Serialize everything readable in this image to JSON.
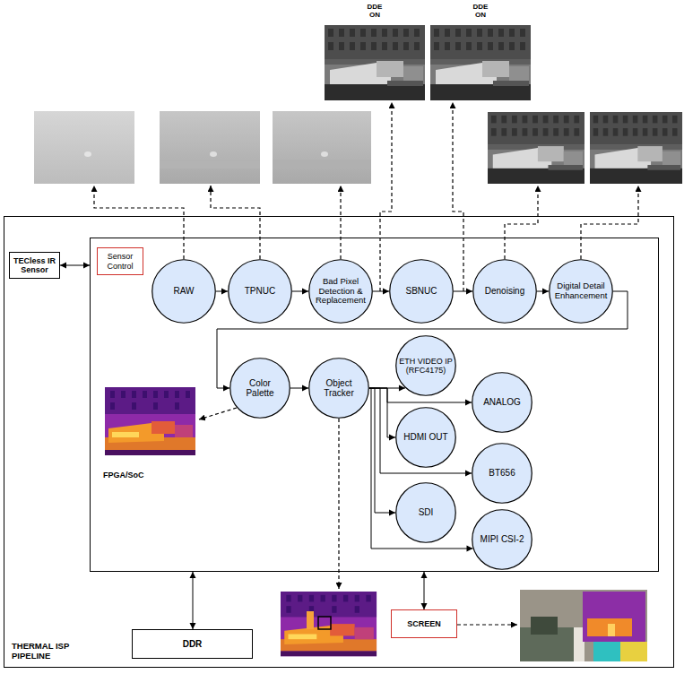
{
  "diagram": {
    "nodes": [
      {
        "text": [
          "THERMAL ISP PIPELINE"
        ]
      },
      {
        "text": [
          "TECless IR Sensor"
        ],
        "in": 0
      },
      {
        "text": [
          "FPGA/SoC"
        ],
        "in": 0
      },
      {
        "text": [
          "Sensor Control"
        ],
        "in": 2
      },
      {
        "text": [
          "RAW"
        ],
        "in": 2
      },
      {
        "text": [
          "TPNUC"
        ],
        "in": 2
      },
      {
        "text": [
          "Bad Pixel Detection & Replacement"
        ],
        "in": 2
      },
      {
        "text": [
          "SBNUC"
        ],
        "in": 2
      },
      {
        "text": [
          "Denoising"
        ],
        "in": 2
      },
      {
        "text": [
          "Digital Detail Enhancement"
        ],
        "in": 2
      },
      {
        "text": [
          "Color Palette"
        ],
        "in": 2
      },
      {
        "text": [
          "Object Tracker"
        ],
        "in": 2
      },
      {
        "text": [
          "ETH VIDEO IP (RFC4175)"
        ],
        "in": 2
      },
      {
        "text": [
          "ANALOG"
        ],
        "in": 2
      },
      {
        "text": [
          "HDMI OUT"
        ],
        "in": 2
      },
      {
        "text": [
          "BT656"
        ],
        "in": 2
      },
      {
        "text": [
          "SDI"
        ],
        "in": 2
      },
      {
        "text": [
          "MIPI CSI-2"
        ],
        "in": 2
      },
      {
        "text": [
          "DDR"
        ],
        "in": 0
      },
      {
        "text": [
          "SCREEN"
        ],
        "in": 0
      }
    ],
    "edges": [
      {
        "from": 1,
        "to": 2,
        "arrow": "both"
      },
      {
        "from": 4,
        "to": 5,
        "arrow": "to"
      },
      {
        "from": 5,
        "to": 6,
        "arrow": "to"
      },
      {
        "from": 6,
        "to": 7,
        "arrow": "to"
      },
      {
        "from": 7,
        "to": 8,
        "arrow": "to"
      },
      {
        "from": 8,
        "to": 9,
        "arrow": "to"
      },
      {
        "from": 9,
        "to": 10,
        "arrow": "to"
      },
      {
        "from": 10,
        "to": 11,
        "arrow": "to"
      },
      {
        "from": 11,
        "to": 12,
        "arrow": "to"
      },
      {
        "from": 11,
        "to": 13,
        "arrow": "to"
      },
      {
        "from": 11,
        "to": 14,
        "arrow": "to"
      },
      {
        "from": 11,
        "to": 15,
        "arrow": "to"
      },
      {
        "from": 11,
        "to": 16,
        "arrow": "to"
      },
      {
        "from": 11,
        "to": 17,
        "arrow": "to"
      },
      {
        "from": 18,
        "to": 2,
        "arrow": "both"
      },
      {
        "from": 19,
        "to": 2,
        "arrow": "both"
      }
    ],
    "labels": [
      "DDE ON",
      "DDE ON"
    ]
  }
}
